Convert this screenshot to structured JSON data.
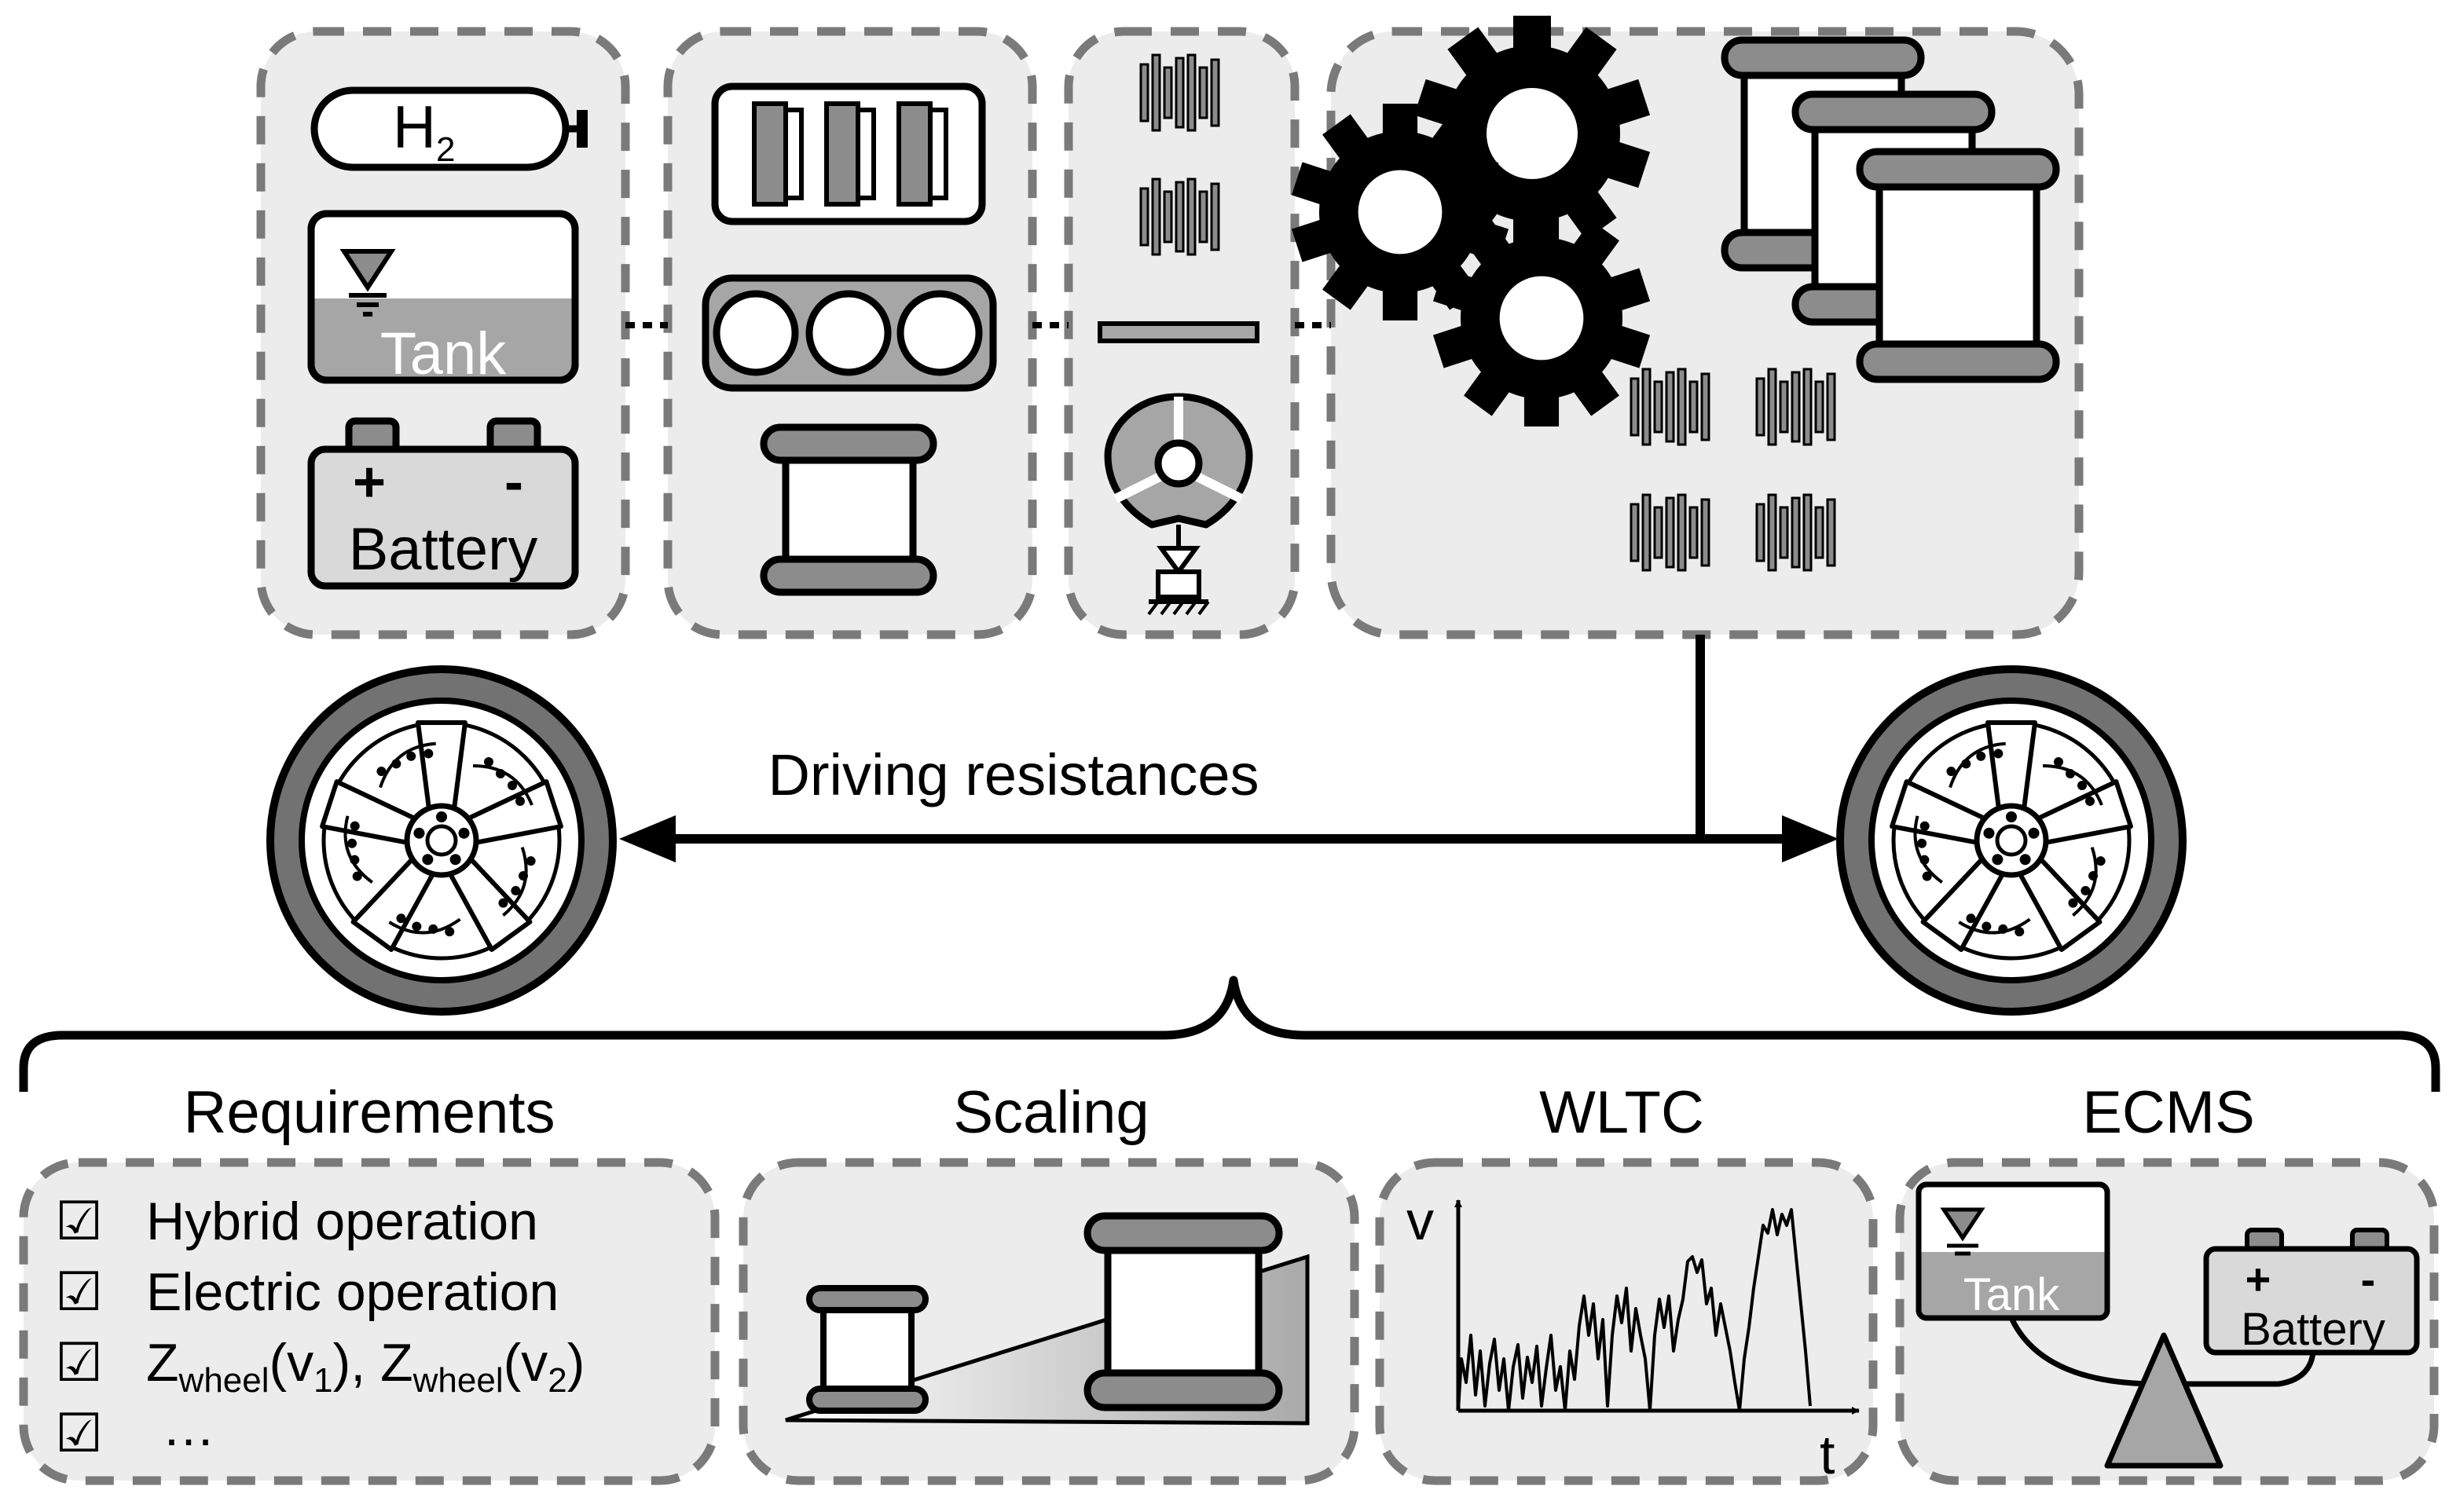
{
  "components": {
    "tank_h2_formula": "H",
    "tank_h2_subscript": "2",
    "tank_label": "Tank",
    "battery_label": "Battery",
    "battery_plus": "+",
    "battery_minus": "-"
  },
  "main": {
    "resistance_label": "Driving resistances"
  },
  "sections": {
    "requirements": {
      "title": "Requirements",
      "checkbox": "☑",
      "items": [
        "Hybrid operation",
        "Electric operation",
        {
          "z1": "Z",
          "wheel1": "wheel",
          "open1": "(v",
          "one": "1",
          "mid": "), Z",
          "wheel2": "wheel",
          "open2": "(v",
          "two": "2",
          "close": ")"
        },
        "…"
      ]
    },
    "scaling": {
      "title": "Scaling"
    },
    "wltc": {
      "title": "WLTC",
      "axis_y": "v",
      "axis_x": "t"
    },
    "ecms": {
      "title": "ECMS",
      "tank_label": "Tank",
      "battery_label": "Battery",
      "battery_plus": "+",
      "battery_minus": "-"
    }
  },
  "colors": {
    "panel_fill": "#ececec",
    "panel_border": "#7a7a7a",
    "component_gray": "#8c8c8c",
    "tank_fill": "#a6a6a6",
    "tire": "#707070"
  },
  "icons": [
    "h2-tank-icon",
    "tank-icon",
    "battery-icon",
    "fuel-cell-stack-icon",
    "engine-icon",
    "electric-machine-icon",
    "clutch-icon",
    "shaft-icon",
    "turbine-icon",
    "gear-icon",
    "wheel-icon",
    "checkbox-icon"
  ]
}
